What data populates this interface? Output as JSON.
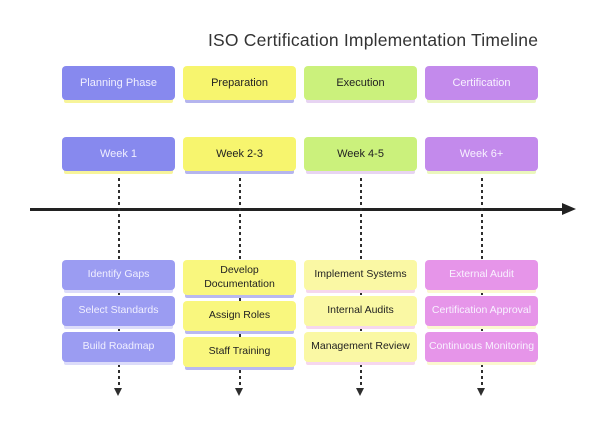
{
  "title": "ISO Certification Implementation Timeline",
  "columns": [
    {
      "phase": "Planning Phase",
      "week": "Week 1",
      "tasks": [
        "Identify Gaps",
        "Select Standards",
        "Build Roadmap"
      ],
      "colors": {
        "main": "#8789ee",
        "task": "#9b9cf2",
        "accent": "#f7f49a",
        "task_accent": "#dcdcfa",
        "header_text": "#f0efff",
        "task_text": "#f0efff"
      }
    },
    {
      "phase": "Preparation",
      "week": "Week 2-3",
      "tasks": [
        "Develop Documentation",
        "Assign Roles",
        "Staff Training"
      ],
      "colors": {
        "main": "#f7f56e",
        "task": "#f9f77e",
        "accent": "#b5b5ee",
        "task_accent": "#b9b9f0",
        "header_text": "#222222",
        "task_text": "#222222"
      }
    },
    {
      "phase": "Execution",
      "week": "Week 4-5",
      "tasks": [
        "Implement Systems",
        "Internal Audits",
        "Management Review"
      ],
      "colors": {
        "main": "#cbf17c",
        "task": "#faf8a4",
        "accent": "#e7d4f2",
        "task_accent": "#f6d7ee",
        "header_text": "#222222",
        "task_text": "#222222"
      }
    },
    {
      "phase": "Certification",
      "week": "Week 6+",
      "tasks": [
        "External Audit",
        "Certification Approval",
        "Continuous Monitoring"
      ],
      "colors": {
        "main": "#c38aec",
        "task": "#e695e9",
        "accent": "#ebf7bc",
        "task_accent": "#fbf8cf",
        "header_text": "#f8f2ff",
        "task_text": "#f8f2ff"
      }
    }
  ],
  "axis": {
    "color": "#222222"
  }
}
